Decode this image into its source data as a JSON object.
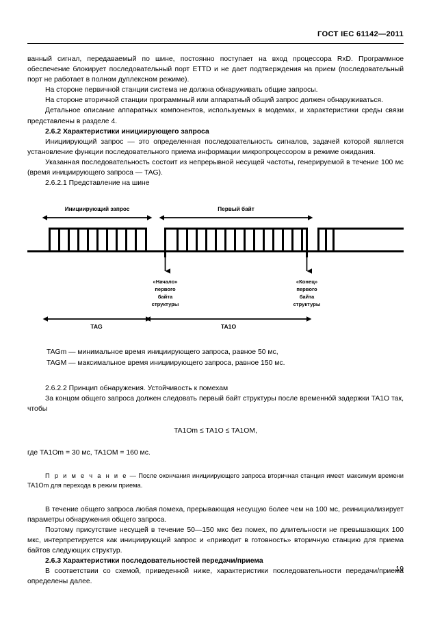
{
  "document": {
    "header_title": "ГОСТ IEC 61142—2011",
    "page_number": "19"
  },
  "body": {
    "para_1": "ванный сигнал, передаваемый по шине, постоянно поступает на вход процессора RxD.  Программное обеспечение блокирует последовательный порт ETTD и не дает подтверждения на прием (последовательный порт не работает в полном дуплексном режиме).",
    "para_2": "На стороне первичной станции система не должна обнаруживать общие запросы.",
    "para_3": "На стороне вторичной станции программный или аппаратный общий запрос должен обнаруживаться.",
    "para_4": "Детальное описание аппаратных компонентов, используемых в  модемах, и характеристики среды связи  представлены в разделе 4.",
    "heading_262": "2.6.2 Характеристики инициирующего запроса",
    "para_5": "Инициирующий   запрос — это определенная последовательность сигналов,  задачей которой является установление функции последовательного приема информации микропроцессором в режиме ожидания.",
    "para_6": "Указанная последовательность состоит из  непрерывной несущей частоты, генерируемой в  течение 100 мс (время инициирующего запроса — TAG).",
    "heading_2621": "2.6.2.1  Представление на шине",
    "def_tagm": "TAGm  — минимальное время инициирующего запроса, равное 50 мс,",
    "def_tagM": "TAGM — максимальное время инициирующего запроса, равное 150 мс.",
    "heading_2622": "2.6.2.2  Принцип обнаружения.  Устойчивость к  помехам",
    "para_7": "За концом общего запроса должен следовать первый байт структуры  после временнóй задержки TA1O  так, чтобы",
    "formula": "TA1Om ≤ TA1O ≤ TA1OM,",
    "para_8": "где TA1Om  = 30 мс, TA1OM = 160  мс.",
    "note_lead": "П р и м е ч а н и е",
    "note_text": " — После окончания инициирующего запроса вторичная станция имеет максимум времени TA1Om  для  перехода в режим приема.",
    "para_9": "В течение общего запроса любая помеха, прерывающая несущую более чем на 100 мс, реинициализирует параметры обнаружения общего запроса.",
    "para_10": "Поэтому присутствие несущей в течение 50—150 мкс без помех, по длительности не превышающих 100 мкс, интерпретируется как инициирующий запрос и «приводит в готовность» вторичную станцию для приема байтов следующих  структур.",
    "heading_263": "2.6.3 Характеристики последовательностей передачи/приема",
    "para_11": "В соответствии со схемой, приведенной ниже, характеристики последовательности передачи/приема определены далее."
  },
  "figure": {
    "label_init_request": "Инициирующий запрос",
    "label_first_byte": "Первый байт",
    "callout_start": "«Начало»",
    "callout_start_l2": "первого",
    "callout_start_l3": "байта",
    "callout_start_l4": "структуры",
    "callout_end": "«Конец»",
    "callout_end_l2": "первого",
    "callout_end_l3": "байта",
    "callout_end_l4": "структуры",
    "measure_tag": "TAG",
    "measure_ta1o": "TA1O",
    "line_color": "#000000"
  }
}
